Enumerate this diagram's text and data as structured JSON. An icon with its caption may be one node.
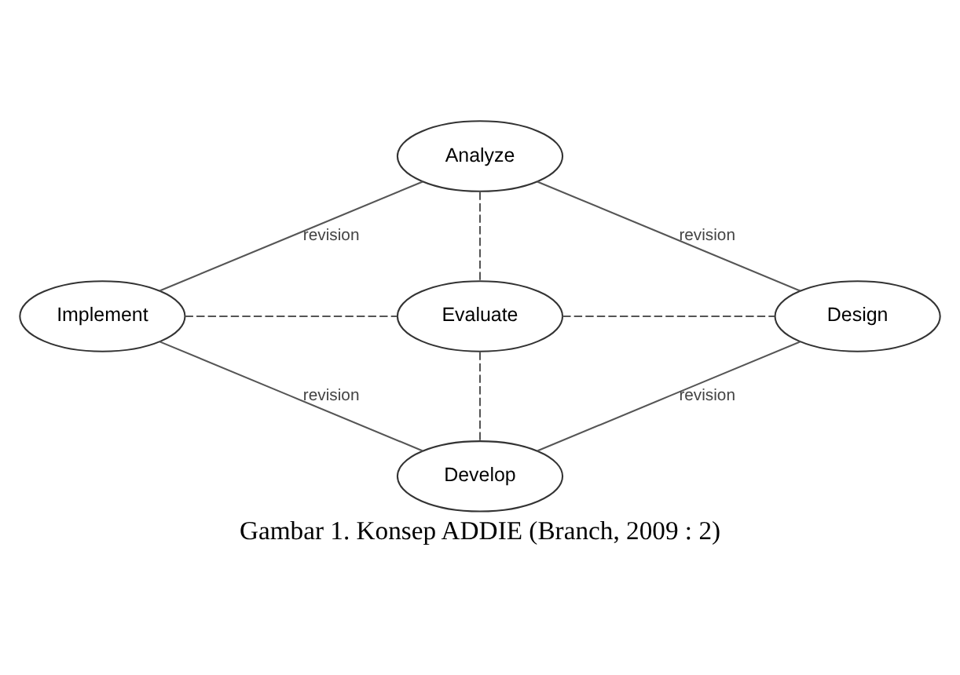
{
  "diagram": {
    "caption": "Gambar 1. Konsep ADDIE (Branch, 2009 : 2)",
    "nodes": [
      {
        "text": [
          "Analyze"
        ]
      },
      {
        "text": [
          "Implement"
        ]
      },
      {
        "text": [
          "Evaluate"
        ]
      },
      {
        "text": [
          "Design"
        ]
      },
      {
        "text": [
          "Develop"
        ]
      }
    ],
    "edges": [
      {
        "from": 0,
        "to": 3,
        "arrow": "none",
        "label": "revision"
      },
      {
        "from": 3,
        "to": 4,
        "arrow": "none",
        "label": "revision"
      },
      {
        "from": 1,
        "to": 4,
        "arrow": "none",
        "label": "revision"
      },
      {
        "from": 0,
        "to": 1,
        "arrow": "none",
        "label": "revision"
      },
      {
        "from": 0,
        "to": 2,
        "arrow": "none",
        "style": "dashed"
      },
      {
        "from": 1,
        "to": 2,
        "arrow": "none",
        "style": "dashed"
      },
      {
        "from": 2,
        "to": 3,
        "arrow": "none",
        "style": "dashed"
      },
      {
        "from": 2,
        "to": 4,
        "arrow": "none",
        "style": "dashed"
      }
    ]
  }
}
